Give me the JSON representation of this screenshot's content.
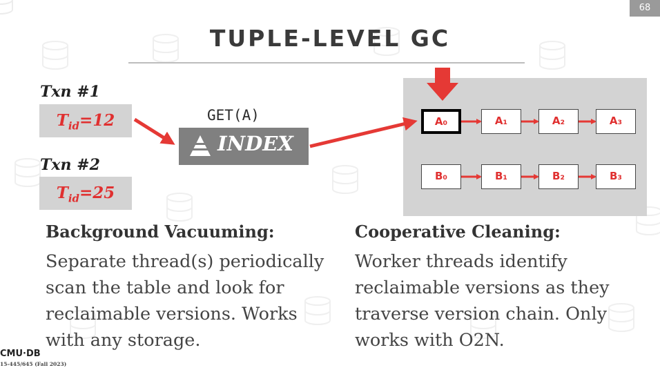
{
  "page_number": "68",
  "title": "TUPLE-LEVEL GC",
  "txn1": {
    "label": "Txn #1",
    "tid_prefix": "T",
    "tid_sub": "id",
    "tid_value": "=12"
  },
  "txn2": {
    "label": "Txn #2",
    "tid_prefix": "T",
    "tid_sub": "id",
    "tid_value": "=25"
  },
  "get_label": "GET(A)",
  "index_label": "INDEX",
  "chain_a": [
    "A₀",
    "A₁",
    "A₂",
    "A₃"
  ],
  "chain_b": [
    "B₀",
    "B₁",
    "B₂",
    "B₃"
  ],
  "left_col": {
    "heading": "Background Vacuuming:",
    "lines": [
      "Separate thread(s) periodically",
      "scan the table and look for",
      "reclaimable versions. Works",
      "with any storage."
    ]
  },
  "right_col": {
    "heading": "Cooperative Cleaning:",
    "lines": [
      "Worker threads identify",
      "reclaimable versions as they",
      "traverse version chain. Only",
      "works with O2N."
    ]
  },
  "footer": {
    "logo": "CMU·DB",
    "course": "15-445/645 (Fall 2023)"
  },
  "colors": {
    "accent": "#e53935",
    "panel": "#d3d3d3",
    "index": "#808080"
  }
}
